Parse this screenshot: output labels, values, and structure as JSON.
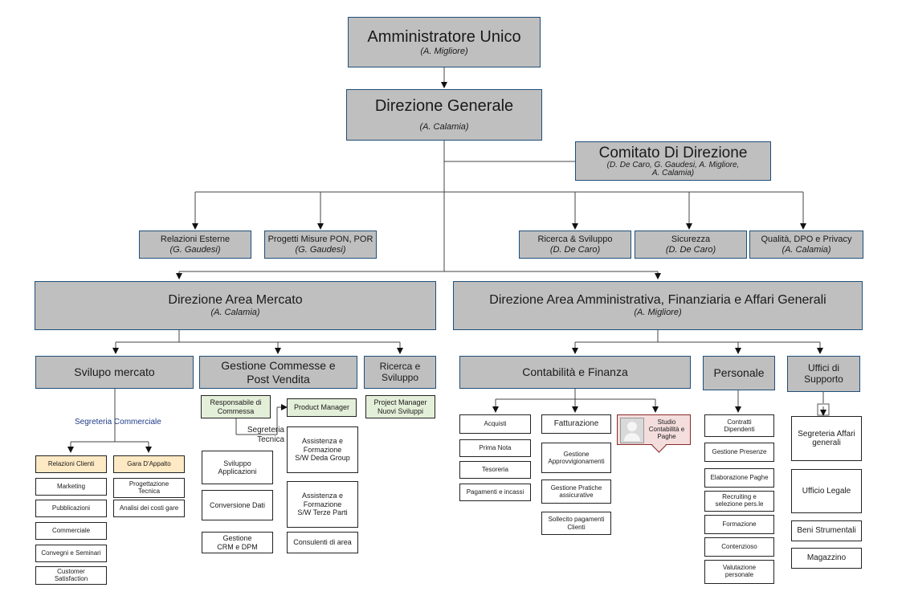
{
  "top": {
    "admin": {
      "title": "Amministratore Unico",
      "name": "(A. Migliore)"
    },
    "dg": {
      "title": "Direzione Generale",
      "name": "(A. Calamia)"
    },
    "comitato": {
      "title": "Comitato Di Direzione",
      "name1": "(D. De Caro, G. Gaudesi, A. Migliore,",
      "name2": "A. Calamia)"
    }
  },
  "staff": [
    {
      "title": "Relazioni Esterne",
      "name": "(G. Gaudesi)"
    },
    {
      "title": "Progetti Misure PON, POR",
      "name": "(G. Gaudesi)"
    },
    {
      "title": "Ricerca & Sviluppo",
      "name": "(D. De Caro)"
    },
    {
      "title": "Sicurezza",
      "name": "(D. De Caro)"
    },
    {
      "title": "Qualità, DPO e Privacy",
      "name": "(A. Calamia)"
    }
  ],
  "mercato": {
    "title": "Direzione Area Mercato",
    "name": "(A. Calamia)",
    "sviluppo": {
      "title": "Svilupo mercato",
      "segreteria": "Segreteria Commerciale",
      "relazioni_clienti": "Relazioni Clienti",
      "gara": "Gara D'Appalto",
      "list_left": [
        "Marketing",
        "Pubblicazioni",
        "Commerciale",
        "Convegni e Seminari",
        "Customer Satisfaction"
      ],
      "list_right": [
        "Progettazione Tecnica",
        "Analisi dei costi gare"
      ]
    },
    "commesse": {
      "title1": "Gestione Commesse e",
      "title2": "Post Vendita",
      "responsabile1": "Responsabile di",
      "responsabile2": "Commessa",
      "product_manager": "Product Manager",
      "segreteria1": "Segreteria",
      "segreteria2": "Tecnica",
      "left": [
        "Sviluppo Applicazioni",
        "Conversione Dati",
        "Gestione CRM e DPM"
      ],
      "right_a": [
        "Assistenza e",
        "Formazione",
        "S/W Deda Group"
      ],
      "right_b": [
        "Assistenza e",
        "Formazione",
        "S/W Terze Parti"
      ],
      "consulenti": "Consulenti di area"
    },
    "ricerca": {
      "title1": "Ricerca e",
      "title2": "Sviluppo",
      "pm1": "Project Manager",
      "pm2": "Nuovi Sviluppi"
    }
  },
  "ammin": {
    "title": "Direzione Area Amministrativa, Finanziaria e Affari Generali",
    "name": "(A. Migliore)",
    "contab": {
      "title": "Contabilità e Finanza",
      "col1": [
        "Acquisti",
        "Prima Nota",
        "Tesoreria",
        "Pagamenti e incassi"
      ],
      "fatturazione": "Fatturazione",
      "col2": [
        "Gestione Approvvigionamenti",
        "Gestione Pratiche assicurative",
        "Sollecito pagamenti Clienti"
      ],
      "studio": "Studio Contabilità e Paghe"
    },
    "personale": {
      "title": "Personale",
      "items": [
        "Contratti Dipendenti",
        "Gestione Presenze",
        "Elaborazione Paghe",
        "Recruiting e selezione pers.le",
        "Formazione",
        "Contenzioso",
        "Valutazione personale"
      ]
    },
    "uffici": {
      "title1": "Uffici di",
      "title2": "Supporto",
      "items": [
        "Segreteria Affari generali",
        "Ufficio Legale",
        "Beni Strumentali",
        "Magazzino"
      ]
    }
  }
}
